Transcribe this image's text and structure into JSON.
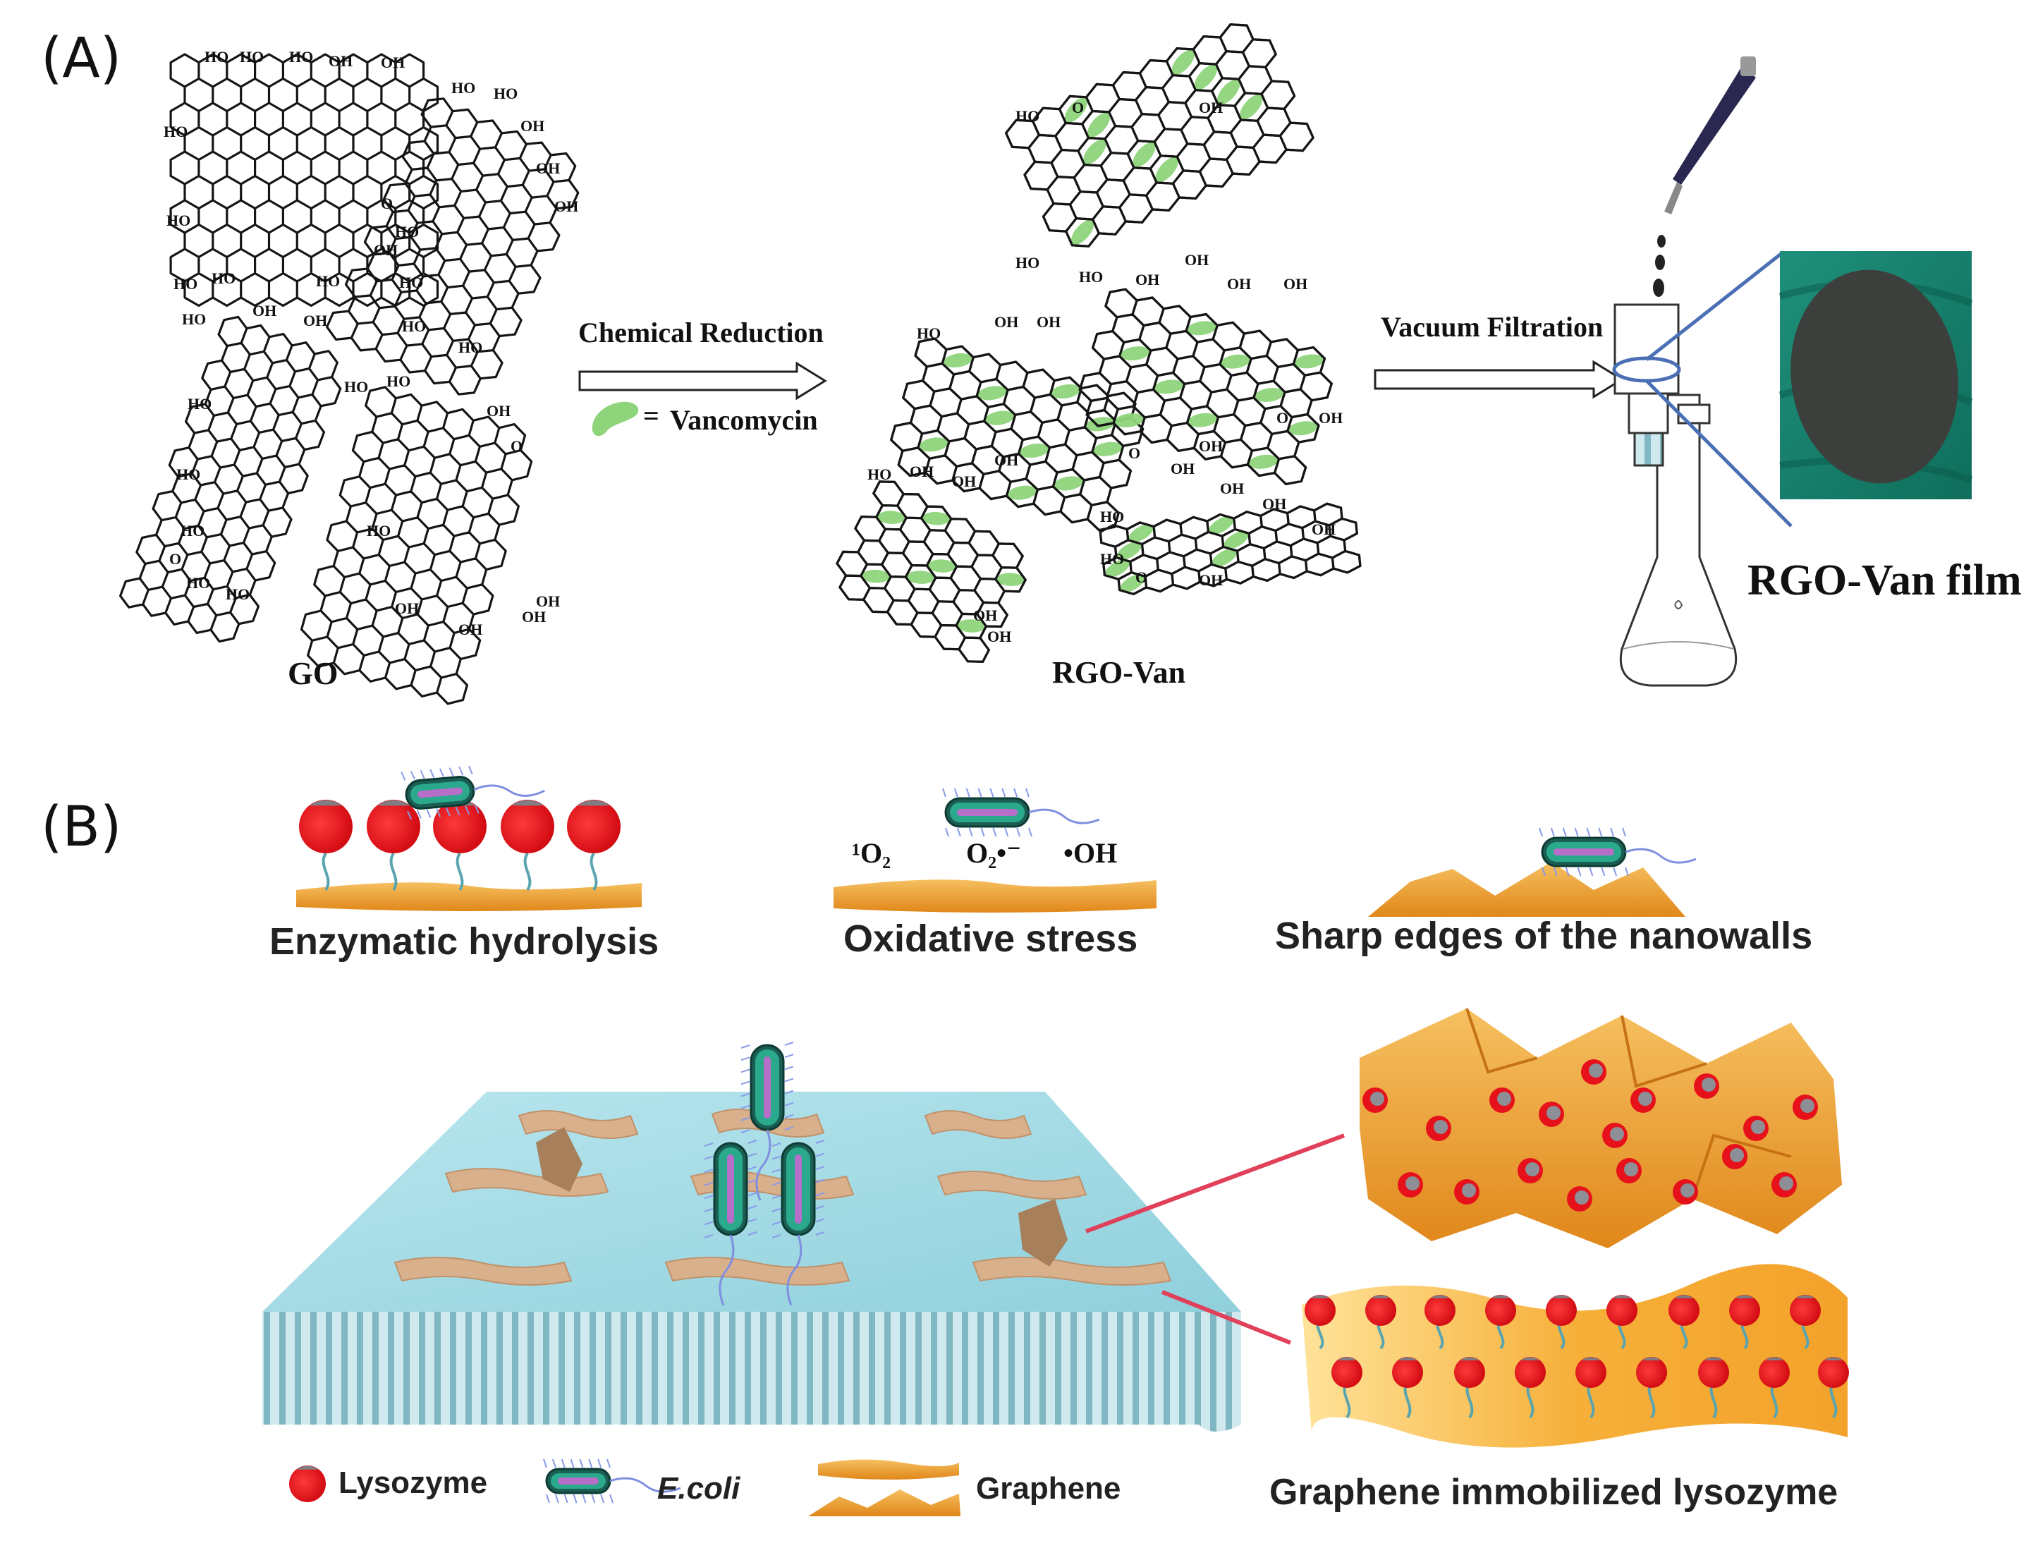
{
  "panels": {
    "a": "(A)",
    "b": "(B)"
  },
  "panel_a": {
    "go_label": "GO",
    "rgo_van_label": "RGO-Van",
    "step1": "Chemical Reduction",
    "legend_eq": "=",
    "legend_van": "Vancomycin",
    "step2": "Vacuum Filtration",
    "film_label": "RGO-Van film",
    "groups": {
      "ho": "HO",
      "oh": "OH",
      "o": "O"
    }
  },
  "panel_b": {
    "mech1": "Enzymatic hydrolysis",
    "mech2": "Oxidative stress",
    "mech3": "Sharp edges of the nanowalls",
    "ros": {
      "singlet": "¹O₂",
      "superoxide": "O₂•⁻",
      "hydroxyl": "•OH"
    },
    "legend": {
      "lysozyme": "Lysozyme",
      "ecoli": "E.coli",
      "graphene": "Graphene"
    },
    "zoom_label": "Graphene immobilized lysozyme"
  },
  "colors": {
    "vancomycin": "#8ed47a",
    "substrate_top": "#a9dde6",
    "graphene_flake": "#d9b08c",
    "orange": "#f0a030",
    "lysozyme": "#e6111b",
    "bacterium": "#2aa98d",
    "connector": "#e0405a",
    "zoom_line": "#4a6fb5"
  }
}
